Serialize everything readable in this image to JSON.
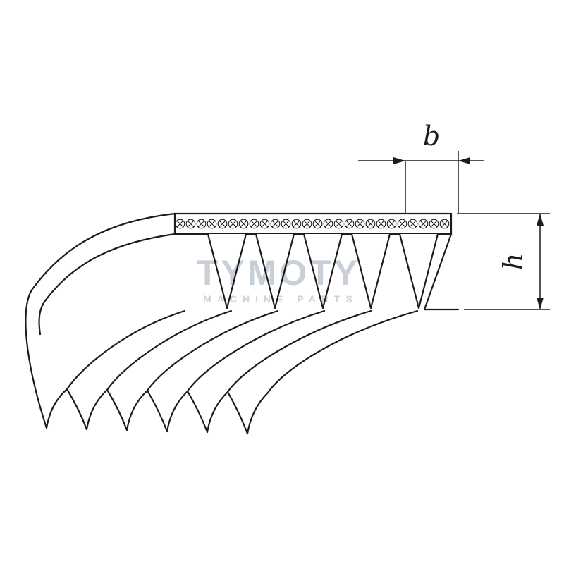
{
  "diagram": {
    "dimensions": {
      "b_label": "b",
      "h_label": "h"
    },
    "watermark": {
      "title": "TYMOTY",
      "subtitle": "MACHINE PARTS"
    },
    "colors": {
      "line": "#1c1c1c",
      "watermark_title": "#c3cad3",
      "watermark_subtitle": "#c8ced6",
      "background": "#ffffff"
    }
  }
}
